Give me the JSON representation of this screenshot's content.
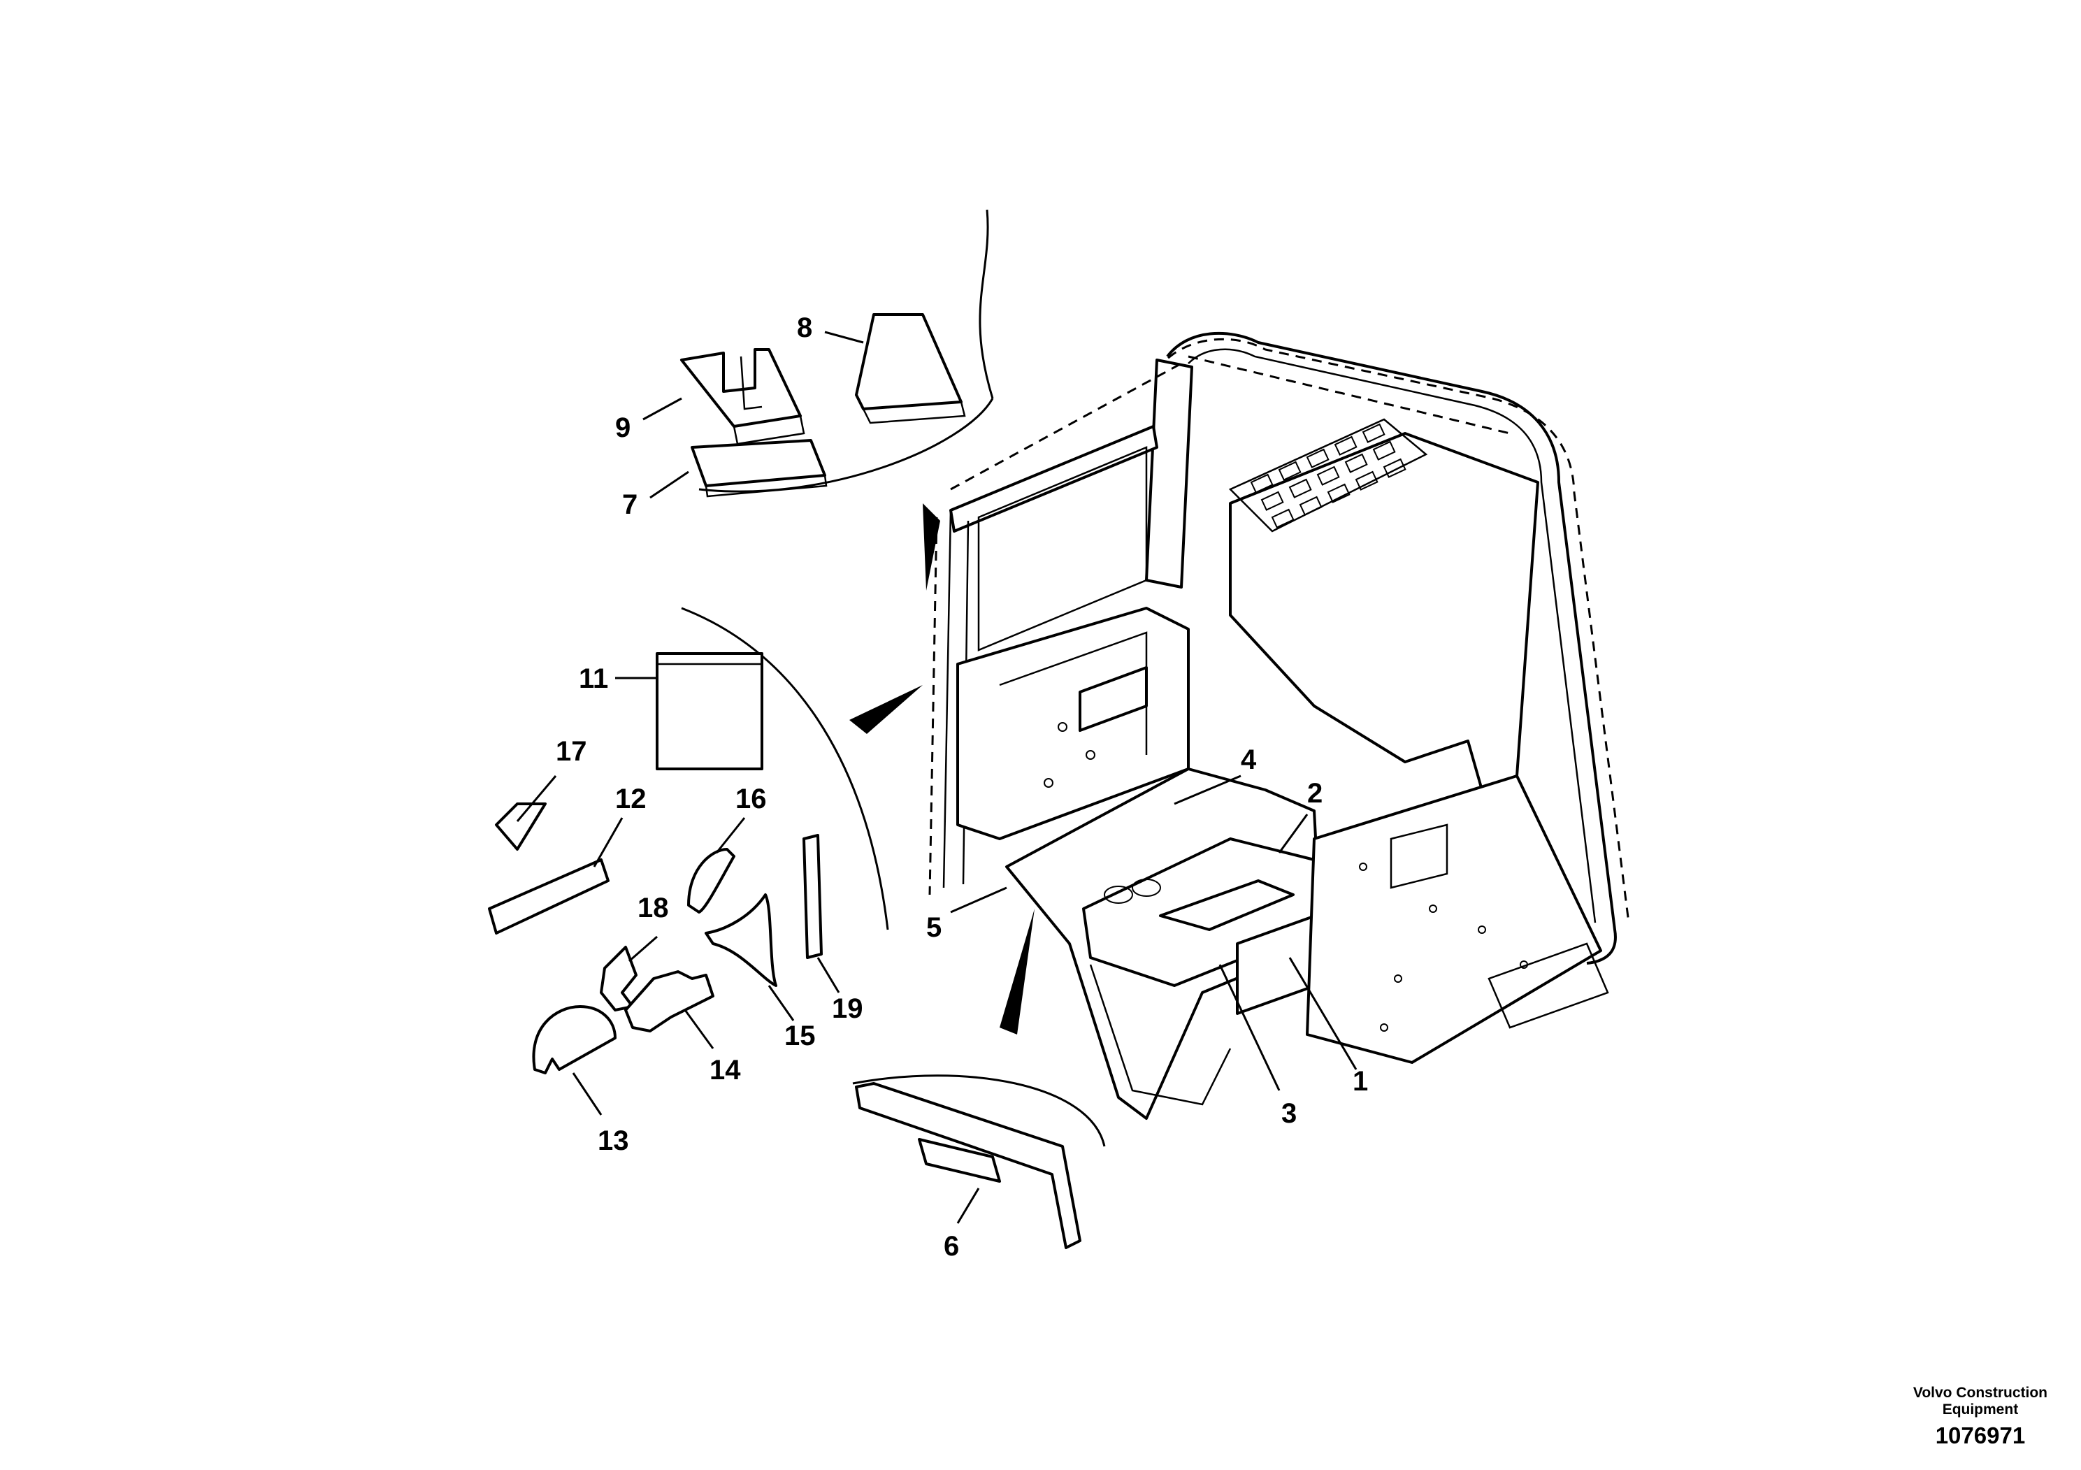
{
  "callouts": {
    "c1": "1",
    "c2": "2",
    "c3": "3",
    "c4": "4",
    "c5": "5",
    "c6": "6",
    "c7": "7",
    "c8": "8",
    "c9": "9",
    "c11": "11",
    "c12": "12",
    "c13": "13",
    "c14": "14",
    "c15": "15",
    "c16": "16",
    "c17": "17",
    "c18": "18",
    "c19": "19"
  },
  "footer": {
    "company_line1": "Volvo Construction",
    "company_line2": "Equipment",
    "document_number": "1076971"
  }
}
